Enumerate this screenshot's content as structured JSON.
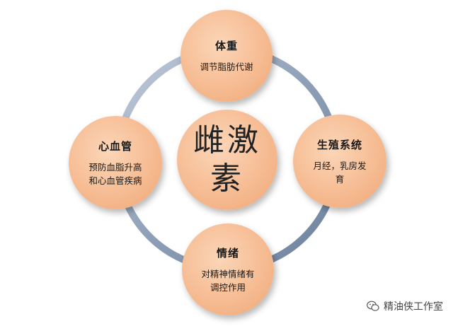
{
  "center": {
    "line1": "雌激",
    "line2": "素"
  },
  "nodes": {
    "top": {
      "title": "体重",
      "desc": "调节脂肪代谢"
    },
    "right": {
      "title": "生殖系统",
      "desc_line1": "月经，乳房发",
      "desc_line2": "育"
    },
    "bottom": {
      "title": "情绪",
      "desc_line1": "对精神情绪有",
      "desc_line2": "调控作用"
    },
    "left": {
      "title": "心血管",
      "desc_line1": "预防血脂升高",
      "desc_line2": "和心血管疾病"
    }
  },
  "colors": {
    "node_fill": "#f6bc93",
    "ring": "#7f93ad",
    "ring_light": "#b7c3d6"
  },
  "watermark": {
    "icon": "wechat-icon",
    "text": "精油侠工作室"
  }
}
